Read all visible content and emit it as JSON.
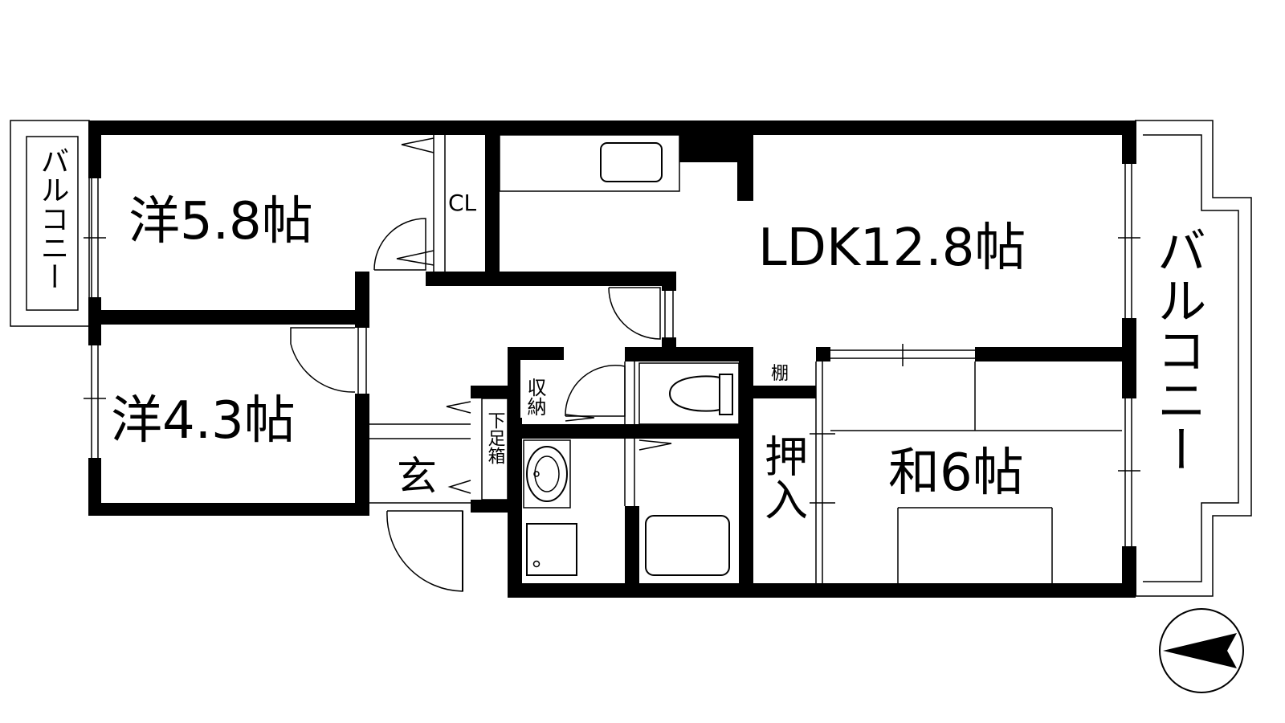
{
  "rooms": {
    "western1": "洋5.8帖",
    "western2": "洋4.3帖",
    "ldk": "LDK12.8帖",
    "japanese": "和6帖"
  },
  "labels": {
    "closet": "CL",
    "entrance": "玄",
    "storage": "収納",
    "shoe_box": "下足箱",
    "shelf": "棚",
    "oshiire": "押入",
    "balcony_left": "バルコニー",
    "balcony_right": "バルコニー"
  }
}
